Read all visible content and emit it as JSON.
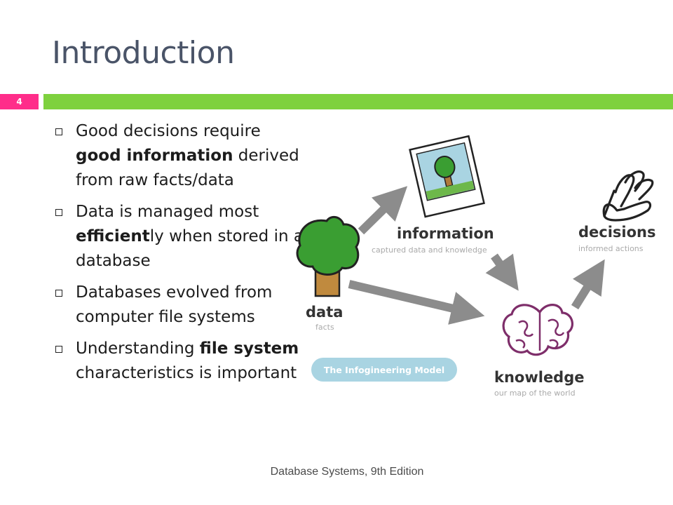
{
  "slide": {
    "title": "Introduction",
    "number": "4",
    "footer": "Database Systems, 9th Edition"
  },
  "bullets": [
    {
      "parts": [
        "Good decisions require ",
        "good information",
        " derived from raw facts/data"
      ]
    },
    {
      "parts": [
        "Data is managed most ",
        "efficient",
        "ly when stored in a database"
      ]
    },
    {
      "parts": [
        "Databases evolved from computer file systems"
      ]
    },
    {
      "parts": [
        "Understanding ",
        "file system",
        " characteristics is important"
      ]
    }
  ],
  "diagram": {
    "data": {
      "label": "data",
      "sub": "facts"
    },
    "information": {
      "label": "information",
      "sub": "captured data and knowledge"
    },
    "decisions": {
      "label": "decisions",
      "sub": "informed actions"
    },
    "knowledge": {
      "label": "knowledge",
      "sub": "our map of the world"
    },
    "model_badge": "The Infogineering Model"
  },
  "colors": {
    "accent_pink": "#ff2d8a",
    "accent_green": "#7ed13e",
    "title": "#4a5468"
  }
}
